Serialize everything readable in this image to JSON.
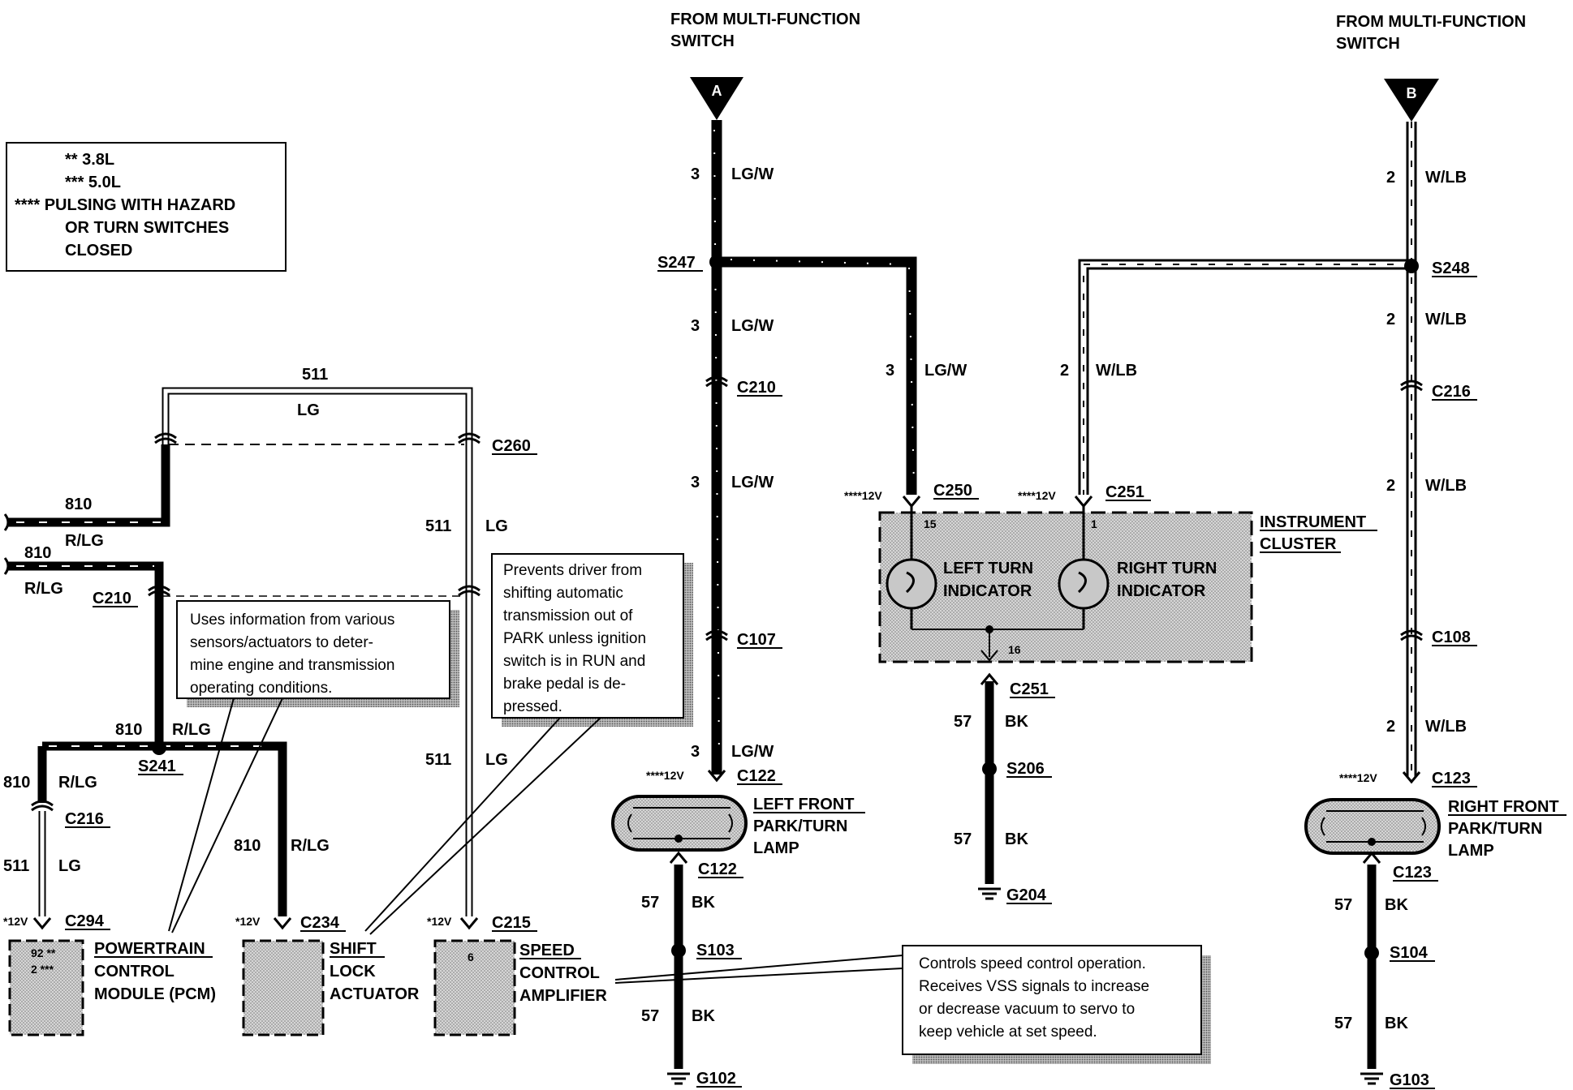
{
  "sources": {
    "a_title": [
      "FROM MULTI-FUNCTION",
      "SWITCH"
    ],
    "a_letter": "A",
    "b_title": [
      "FROM MULTI-FUNCTION",
      "SWITCH"
    ],
    "b_letter": "B"
  },
  "legend": {
    "lines": [
      "** 3.8L",
      "*** 5.0L",
      "**** PULSING WITH HAZARD",
      "OR TURN SWITCHES",
      "CLOSED"
    ]
  },
  "connectors": {
    "S247": "S247",
    "S248": "S248",
    "C210_mid": "C210",
    "C216_right": "C216",
    "C250": "C250",
    "C251": "C251",
    "C107": "C107",
    "C108": "C108",
    "C122_top": "C122",
    "C122_bot": "C122",
    "C123_top": "C123",
    "C123_bot": "C123",
    "C251_bot": "C251",
    "S206": "S206",
    "G204": "G204",
    "S103": "S103",
    "G102": "G102",
    "S104": "S104",
    "G103": "G103",
    "C260": "C260",
    "C210_left": "C210",
    "S241": "S241",
    "C216_left": "C216",
    "C294": "C294",
    "C234": "C234",
    "C215": "C215"
  },
  "wires": {
    "lgw_3": "3",
    "lgw_label": "LG/W",
    "wlb_2": "2",
    "wlb_label": "W/LB",
    "bk_57": "57",
    "bk_label": "BK",
    "rlg_810": "810",
    "rlg_label": "R/LG",
    "lg_511": "511",
    "lg_label": "LG"
  },
  "voltages": {
    "v4": "****12V",
    "v1": "*12V"
  },
  "pins": {
    "p15": "15",
    "p1": "1",
    "p16": "16"
  },
  "components": {
    "cluster": [
      "INSTRUMENT",
      "CLUSTER"
    ],
    "left_ind": [
      "LEFT TURN",
      "INDICATOR"
    ],
    "right_ind": [
      "RIGHT TURN",
      "INDICATOR"
    ],
    "lf_lamp": [
      "LEFT FRONT",
      "PARK/TURN",
      "LAMP"
    ],
    "rf_lamp": [
      "RIGHT FRONT",
      "PARK/TURN",
      "LAMP"
    ],
    "pcm": [
      "POWERTRAIN",
      "CONTROL",
      "MODULE (PCM)"
    ],
    "pcm_pins": [
      "92 **",
      "2 ***"
    ],
    "shift": [
      "SHIFT",
      "LOCK",
      "ACTUATOR"
    ],
    "speed": [
      "SPEED",
      "CONTROL",
      "AMPLIFIER"
    ],
    "speed_pin": "6"
  },
  "notes": {
    "pcm": [
      "Uses information from various",
      "sensors/actuators to deter-",
      "mine engine and transmission",
      "operating conditions."
    ],
    "shift": [
      "Prevents driver from",
      "shifting automatic",
      "transmission out of",
      "PARK unless ignition",
      "switch is in RUN and",
      "brake pedal is de-",
      "pressed."
    ],
    "speed": [
      "Controls speed control operation.",
      "Receives VSS signals to increase",
      "or decrease vacuum to servo to",
      "keep vehicle at set speed."
    ]
  }
}
